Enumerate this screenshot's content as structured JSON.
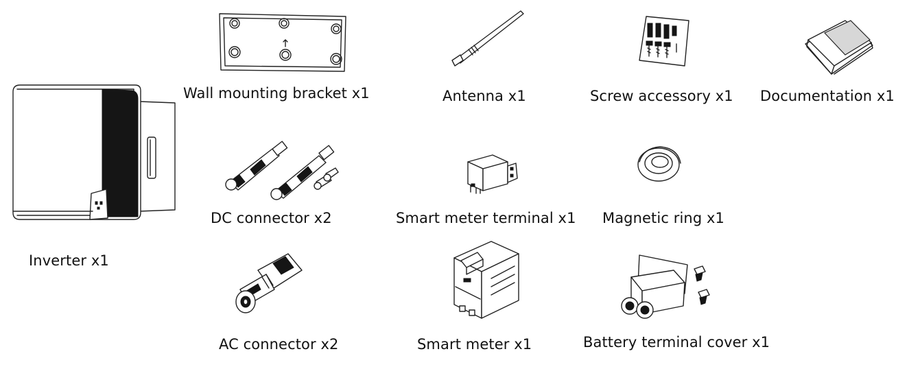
{
  "items": {
    "inverter": {
      "label": "Inverter x1",
      "icon": "inverter-icon"
    },
    "bracket": {
      "label": "Wall mounting bracket x1",
      "icon": "wall-bracket-icon"
    },
    "antenna": {
      "label": "Antenna x1",
      "icon": "antenna-icon"
    },
    "screws": {
      "label": "Screw accessory x1",
      "icon": "screw-accessory-icon"
    },
    "documentation": {
      "label": "Documentation x1",
      "icon": "documentation-icon"
    },
    "dc_connector": {
      "label": "DC connector x2",
      "icon": "dc-connector-icon"
    },
    "meter_terminal": {
      "label": "Smart meter terminal x1",
      "icon": "smart-meter-terminal-icon"
    },
    "magnetic_ring": {
      "label": "Magnetic ring x1",
      "icon": "magnetic-ring-icon"
    },
    "ac_connector": {
      "label": "AC connector x2",
      "icon": "ac-connector-icon"
    },
    "smart_meter": {
      "label": "Smart meter x1",
      "icon": "smart-meter-icon"
    },
    "battery_cover": {
      "label": "Battery terminal cover x1",
      "icon": "battery-terminal-cover-icon"
    }
  }
}
